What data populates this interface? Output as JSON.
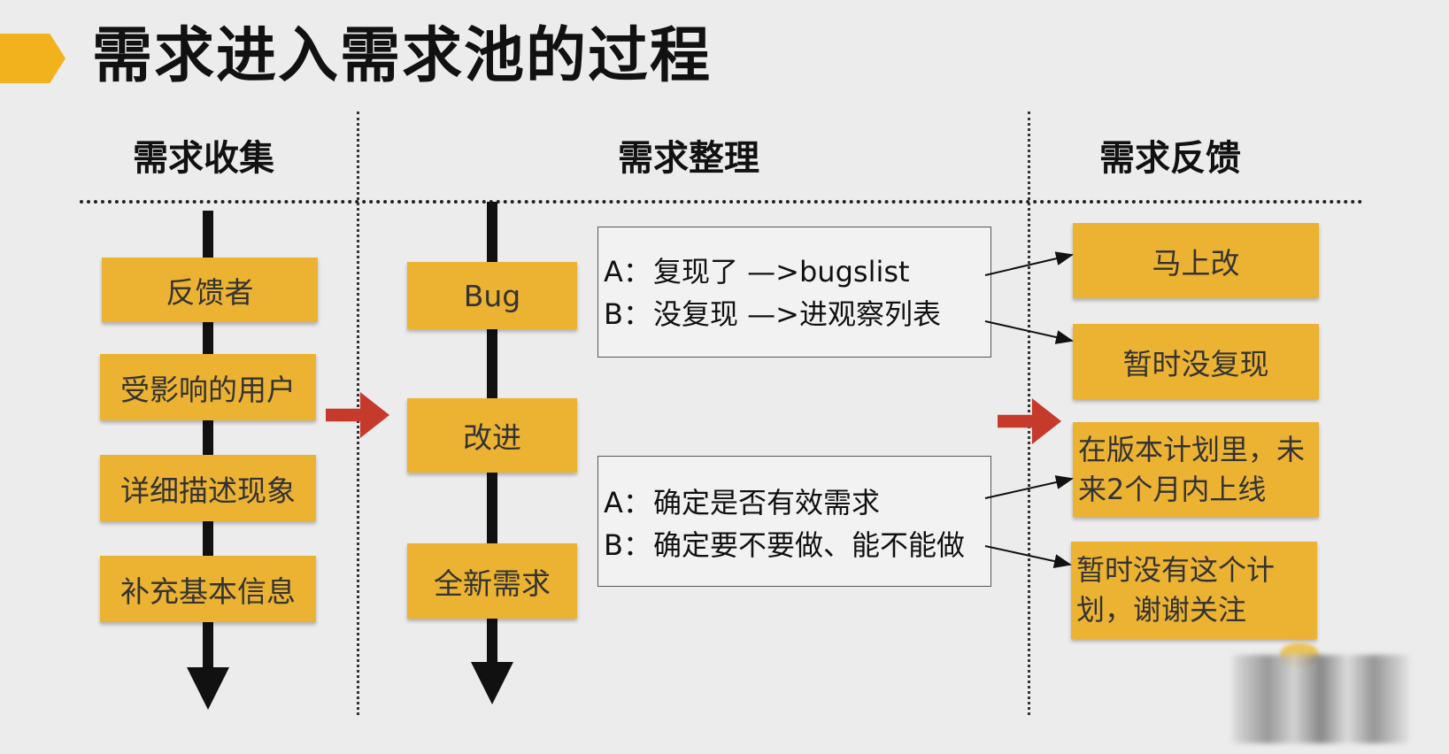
{
  "title": "需求进入需求池的过程",
  "columns": {
    "collect": "需求收集",
    "organize": "需求整理",
    "feedback": "需求反馈"
  },
  "collect_steps": [
    "反馈者",
    "受影响的用户",
    "详细描述现象",
    "补充基本信息"
  ],
  "organize_steps": [
    "Bug",
    "改进",
    "全新需求"
  ],
  "bug_note": {
    "a_key": "A：",
    "a_text": "复现了 —>bugslist",
    "b_key": "B：",
    "b_text": "没复现 —>进观察列表"
  },
  "need_note": {
    "a_key": "A：",
    "a_text": "确定是否有效需求",
    "b_key": "B：",
    "b_text": "确定要不要做、能不能做"
  },
  "feedback_results": [
    "马上改",
    "暂时没复现",
    "在版本计划里，未来2个月内上线",
    "暂时没有这个计划，谢谢关注"
  ],
  "colors": {
    "accent": "#f2b21b",
    "box": "#ecb232",
    "red_arrow": "#c53a2b"
  }
}
